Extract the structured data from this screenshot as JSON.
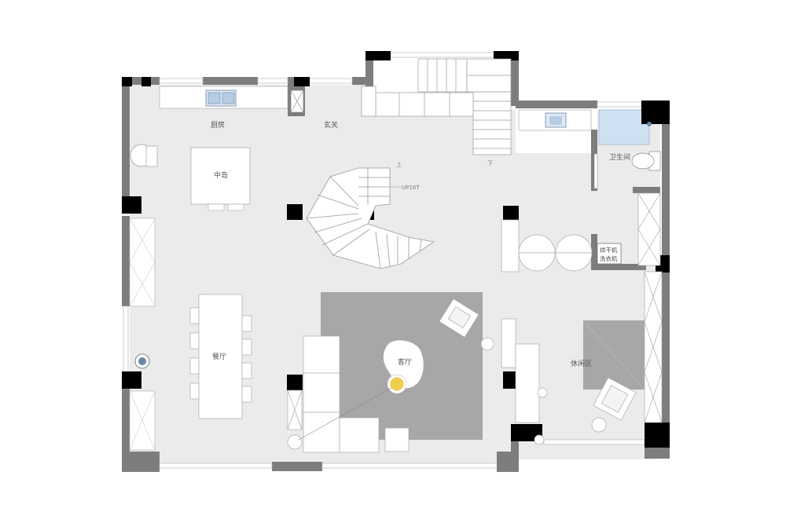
{
  "colors": {
    "floor": "#ebebeb",
    "wall": "#7d7d7d",
    "column": "#000000",
    "rug": "#a7a6a8",
    "furniture": "#ffffff",
    "bath_tile": "#cfe0f2",
    "lamp": "#f2cf4a",
    "window": "#ffffff"
  },
  "rooms": {
    "kitchen": "厨房",
    "entrance": "玄关",
    "island": "中岛",
    "dining": "餐厅",
    "living": "客厅",
    "bathroom": "卫生间",
    "lounge": "休闲区",
    "dryer": "烘干机",
    "washer": "洗衣机"
  },
  "stairs": {
    "up_label": "UP18T",
    "up_mark": "上",
    "down_mark": "下"
  }
}
